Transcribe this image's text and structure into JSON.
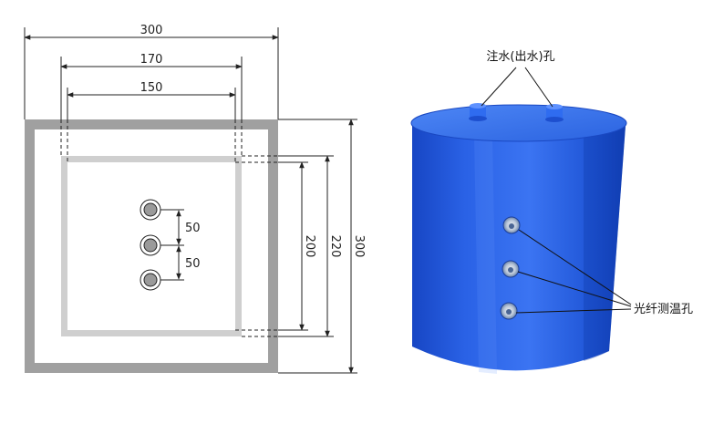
{
  "drawing": {
    "dims": {
      "outer_width": "300",
      "mid_width": "170",
      "inner_width": "150",
      "inner_height": "200",
      "mid_height": "220",
      "outer_height": "300",
      "hole_spacing_1": "50",
      "hole_spacing_2": "50"
    }
  },
  "photo": {
    "labels": {
      "water_port": "注水(出水)孔",
      "fiber_hole": "光纤测温孔"
    },
    "colors": {
      "body": "#1e56d8",
      "body_light": "#3f7af0",
      "body_dark": "#0f35a8"
    }
  }
}
